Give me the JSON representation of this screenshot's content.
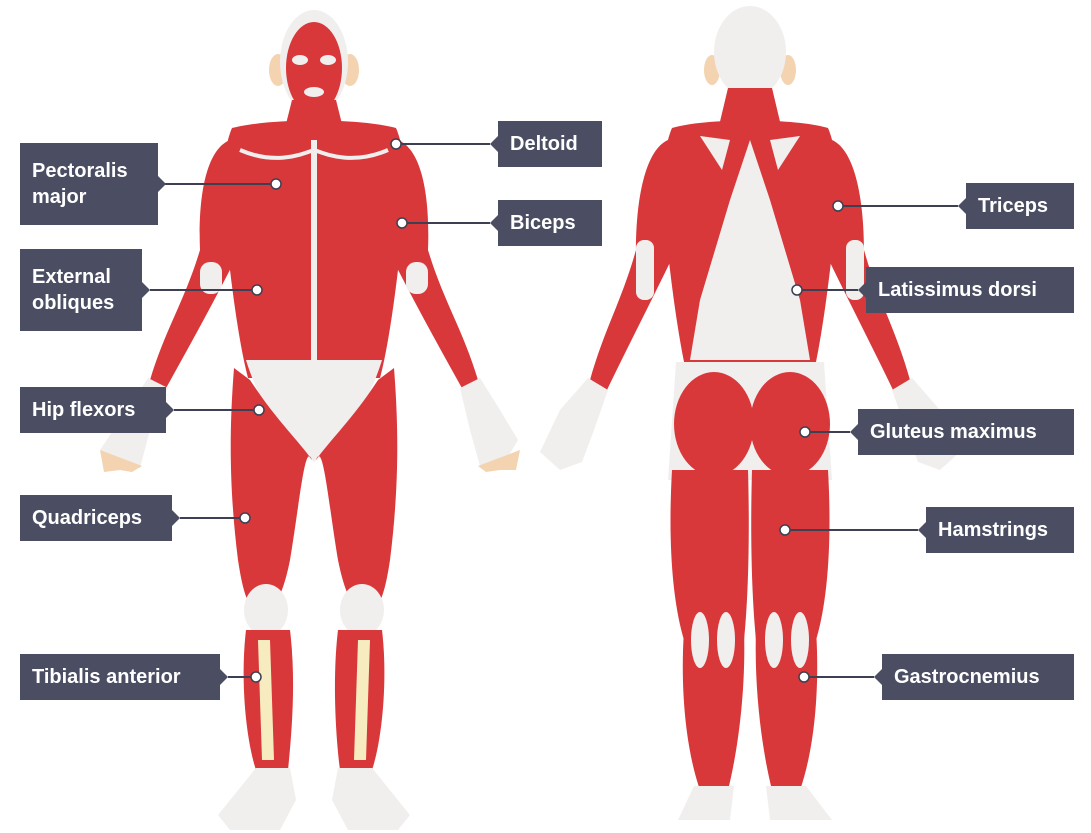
{
  "colors": {
    "muscle": "#d9383a",
    "muscle_dark": "#b81f23",
    "tendon": "#f1eeee",
    "skin": "#f3d3b0",
    "cartilage": "#f7ecc0",
    "label_bg": "#4b4e63",
    "label_text": "#ffffff",
    "leader": "#3d3f52"
  },
  "front_labels": [
    {
      "id": "pectoralis-major",
      "text": "Pectoralis\nmajor"
    },
    {
      "id": "deltoid",
      "text": "Deltoid"
    },
    {
      "id": "biceps",
      "text": "Biceps"
    },
    {
      "id": "external-obliques",
      "text": "External\nobliques"
    },
    {
      "id": "hip-flexors",
      "text": "Hip flexors"
    },
    {
      "id": "quadriceps",
      "text": "Quadriceps"
    },
    {
      "id": "tibialis-anterior",
      "text": "Tibialis anterior"
    }
  ],
  "back_labels": [
    {
      "id": "triceps",
      "text": "Triceps"
    },
    {
      "id": "latissimus-dorsi",
      "text": "Latissimus dorsi"
    },
    {
      "id": "gluteus-maximus",
      "text": "Gluteus maximus"
    },
    {
      "id": "hamstrings",
      "text": "Hamstrings"
    },
    {
      "id": "gastrocnemius",
      "text": "Gastrocnemius"
    }
  ]
}
